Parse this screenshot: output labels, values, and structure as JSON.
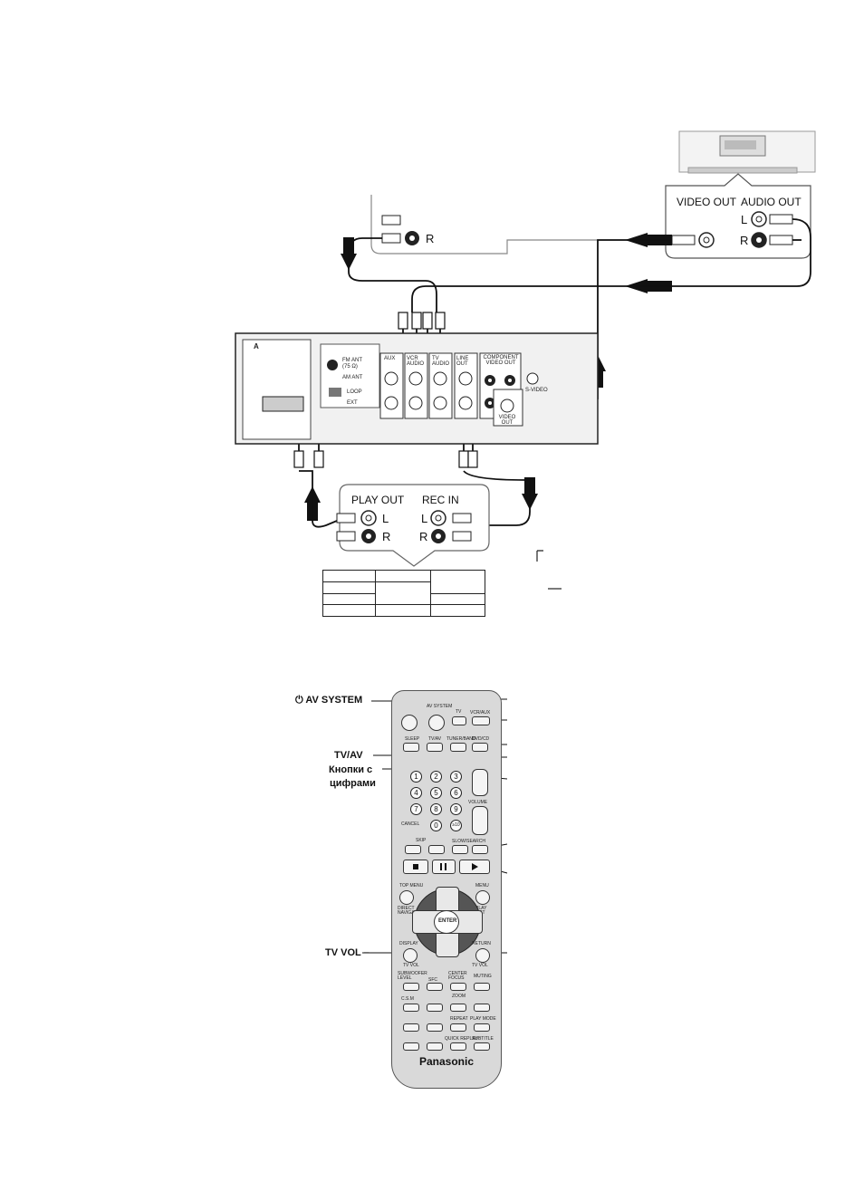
{
  "connection_diagram": {
    "device_top_right": {
      "video_out_label": "VIDEO OUT",
      "audio_out_label": "AUDIO OUT",
      "left_label": "L",
      "right_label": "R"
    },
    "tv_panel": {
      "right_label": "R"
    },
    "receiver_panel": {
      "fm_ant": "FM ANT",
      "fm_ohm": "(75 Ω)",
      "am_ant": "AM ANT",
      "loop": "LOOP",
      "ext": "EXT",
      "aux": "AUX",
      "vcr_audio": "VCR AUDIO",
      "tv_audio": "TV AUDIO",
      "line_out": "LINE OUT",
      "component_video_out": "COMPONENT VIDEO OUT",
      "video_out": "VIDEO OUT",
      "s_video": "S-VIDEO",
      "panel_letter": "A"
    },
    "recorder_bottom": {
      "play_out_label": "PLAY OUT",
      "rec_in_label": "REC IN",
      "left_label": "L",
      "right_label": "R"
    }
  },
  "remote": {
    "callouts_left": {
      "power_symbol": "⏻",
      "av_system": "AV SYSTEM",
      "tv_av": "TV/AV",
      "number_buttons_line1": "Кнопки с",
      "number_buttons_line2": "цифрами",
      "tv_vol": "TV VOL –"
    },
    "labels": {
      "av_system": "AV SYSTEM",
      "tv": "TV",
      "vcr_aux": "VCR/AUX",
      "sleep": "SLEEP",
      "tv_av": "TV/AV",
      "tuner_band": "TUNER/BAND",
      "dvd_cd": "DVD/CD",
      "volume": "VOLUME",
      "cancel": "CANCEL",
      "skip": "SKIP",
      "slow_search": "SLOW/SEARCH",
      "top_menu": "TOP MENU",
      "menu": "MENU",
      "direct_navigator": "DIRECT NAVIGATOR",
      "play_list": "PLAY LIST",
      "enter": "ENTER",
      "display": "DISPLAY",
      "return": "RETURN",
      "tv_vol_btn": "TV VOL",
      "subwoofer_level": "SUBWOOFER LEVEL",
      "sfc": "SFC",
      "center_focus": "CENTER FOCUS",
      "muting": "MUTING",
      "cm": "C.S.M",
      "zoom": "ZOOM",
      "repeat": "REPEAT",
      "play_mode": "PLAY MODE",
      "quick_replay": "QUICK REPLAY",
      "subtitle": "SUBTITLE",
      "brand": "Panasonic"
    },
    "digits": [
      "1",
      "2",
      "3",
      "4",
      "5",
      "6",
      "7",
      "8",
      "9",
      "0",
      "≥10"
    ]
  }
}
